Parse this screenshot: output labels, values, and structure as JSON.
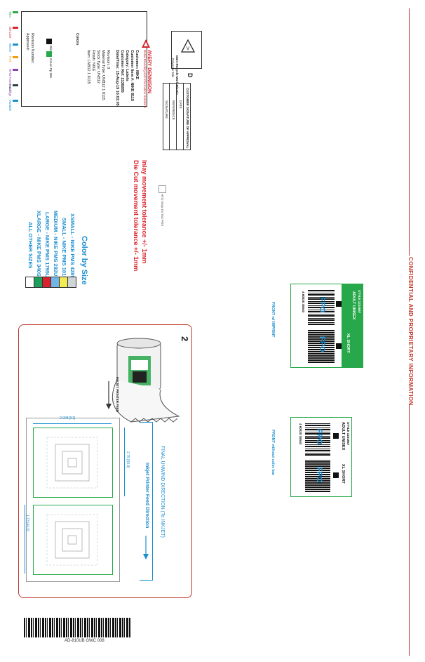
{
  "confidential": "CONFIDENTIAL AND PROPRIETARY INFORMATION",
  "header": {
    "brand": "AVERY DENNISON",
    "brand_tagline": "Retail Branding and Information Solutions",
    "fields": [
      "Customer: NIKE",
      "Customer Item #: NIKE 8115",
      "Category: Labels",
      "Customer Ref: 2138285",
      "Date/Time: 15-Aug-19 16:03:05"
    ],
    "fields2": [
      "Revision: 0",
      "Material Type: UNB12 1 8115",
      "Stock Type: UNB12",
      "Finish: NIKE",
      "Item: LNB12 1 8115"
    ],
    "colors_label": "Colors",
    "color1": "Black",
    "color2": "Green Pp 355",
    "revision_number": "Revision Number:",
    "approved": "Approved:",
    "recycle_text": "Main Recycle Mark Plastic",
    "recycle_sub": "Polyester Mix",
    "approval_box": {
      "letter": "D",
      "line1": "CUSTOMER SIGNATURE OF APPROVAL",
      "line2": "DATE",
      "line3": "REFERENCE",
      "line4": "SIGNATURE"
    },
    "swatch_note": "HTO Inlay-Do Not Print"
  },
  "legend": [
    {
      "label": "Trim",
      "color": "#27a84a"
    },
    {
      "label": "Die Line",
      "color": "#d9232e"
    },
    {
      "label": "Bleed",
      "color": "#1c8fd0"
    },
    {
      "label": "Perf",
      "color": "#f39c12"
    },
    {
      "label": "RFID Antenna Align",
      "color": "#8e44ad"
    },
    {
      "label": "Fold",
      "color": "#2c3e50"
    },
    {
      "label": "Variable",
      "color": "#1c8fd0"
    }
  ],
  "color_by_size": {
    "title": "Color by Size",
    "rows": [
      {
        "text": "XSMALL - NIKE PMS 428U",
        "color": "#cfd6d7"
      },
      {
        "text": "SMALL - NIKE PMS 101U",
        "color": "#f4ea55"
      },
      {
        "text": "MEDIUM - NIKE PMS 292U",
        "color": "#6fb6e6"
      },
      {
        "text": "LARGE - NIKE PMS 1795U",
        "color": "#d9232e"
      },
      {
        "text": "XLARGE - NIKE PMS 340SU",
        "color": "#1f9e5b"
      },
      {
        "text": "ALL OTHER SIZES",
        "color": "#ffffff"
      }
    ]
  },
  "tolerances": {
    "line1": "Inlay movement tolerance +/- 1mm",
    "line2": "Die Cut movement tolerance +/- 1mm"
  },
  "unwind": {
    "number": "2",
    "direction": "FINAL UNWIND DIRECTION (To INKJET)",
    "feed": "Inkjet Printer Feed Direction",
    "width_dim": "2.008 [51]",
    "height_dim": "2.75 [69.9]",
    "gap_dim": "1.73 [44.0]",
    "inkjet_feed": "INKJET PRINTER FEED"
  },
  "tags": {
    "front_imprint": "FRONT w/ IMPRINT",
    "front_no_bar": "FRONT without color bar",
    "fpo": "FPO",
    "upc": "4 60020 35540",
    "style_line": "STYLE 1234567",
    "size_line": "ADULT UNISEX",
    "short_line": "XL SHORT",
    "code_small": "123456"
  },
  "footer": {
    "barcode_text": "AD-810UB GWC 008"
  }
}
